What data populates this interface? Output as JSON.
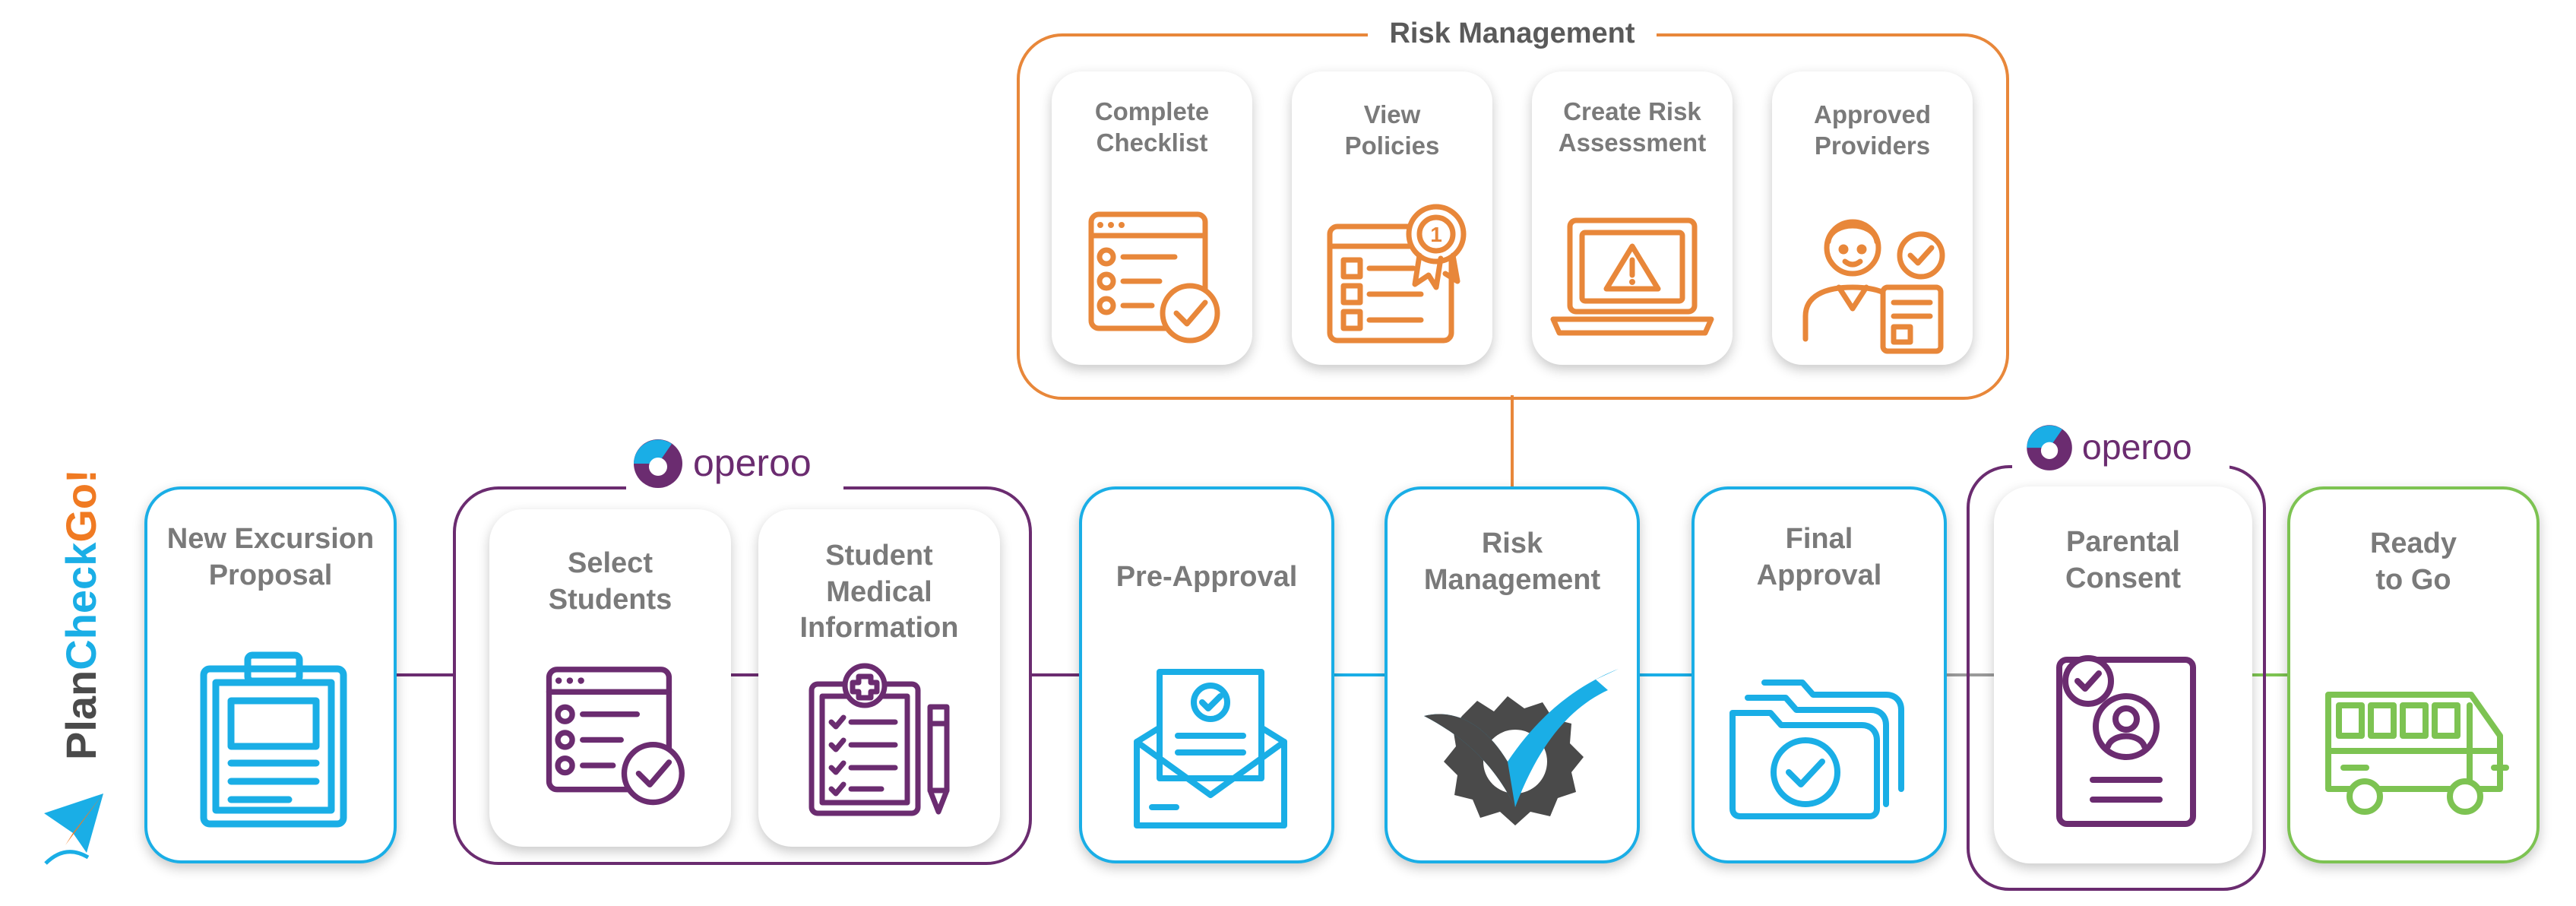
{
  "colors": {
    "orange": "#E8873A",
    "purple": "#6B2C70",
    "blue": "#1AAEE6",
    "green": "#7DC352",
    "grey_text": "#7A7A7A",
    "dark_grey": "#4A4A4A"
  },
  "logo": {
    "text_plan": "Plan",
    "text_check": "Check",
    "text_go": "Go!"
  },
  "risk_group": {
    "title": "Risk Management",
    "cards": [
      {
        "label": "Complete\nChecklist",
        "icon": "checklist-icon"
      },
      {
        "label": "View\nPolicies",
        "icon": "policy-award-icon"
      },
      {
        "label": "Create Risk\nAssessment",
        "icon": "laptop-warning-icon"
      },
      {
        "label": "Approved\nProviders",
        "icon": "provider-person-icon"
      }
    ]
  },
  "operoo": {
    "brand": "operoo"
  },
  "steps": {
    "new_excursion": {
      "label": "New Excursion\nProposal",
      "icon": "clipboard-icon"
    },
    "select_students": {
      "label": "Select\nStudents",
      "icon": "checklist-icon"
    },
    "medical": {
      "label": "Student\nMedical\nInformation",
      "icon": "medical-clipboard-icon"
    },
    "pre_approval": {
      "label": "Pre-Approval",
      "icon": "envelope-check-icon"
    },
    "risk": {
      "label": "Risk\nManagement",
      "icon": "gear-check-icon"
    },
    "final": {
      "label": "Final\nApproval",
      "icon": "folder-check-icon"
    },
    "consent": {
      "label": "Parental\nConsent",
      "icon": "consent-form-icon"
    },
    "ready": {
      "label": "Ready\nto Go",
      "icon": "bus-icon"
    }
  }
}
